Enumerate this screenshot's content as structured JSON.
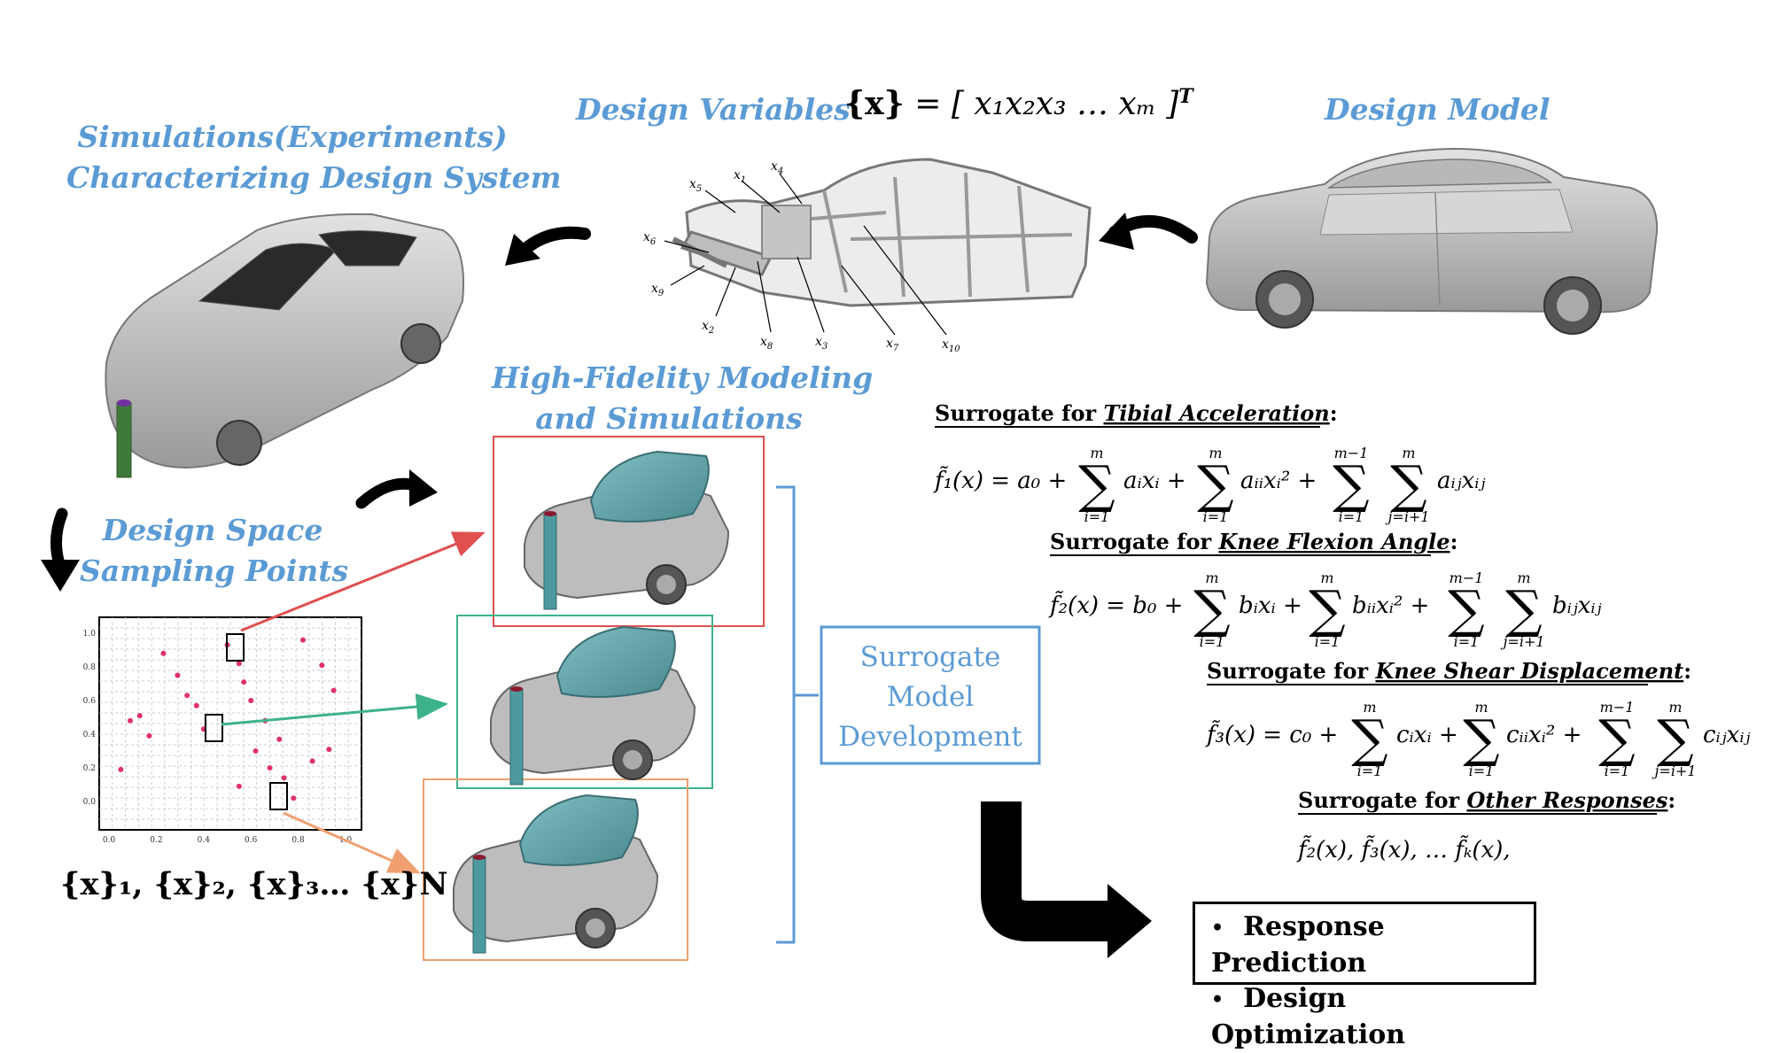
{
  "headings": {
    "simulations_line1": "Simulations(Experiments)",
    "simulations_line2": "Characterizing Design System",
    "design_variables": "Design Variables",
    "design_model": "Design Model",
    "hifi_line1": "High-Fidelity Modeling",
    "hifi_line2": "and Simulations",
    "sampling_line1": "Design Space",
    "sampling_line2": "Sampling Points"
  },
  "design_vector": {
    "lhs": "{x}",
    "eq": "=",
    "rhs": "[ x₁x₂x₃ … xₘ ]",
    "sup": "T"
  },
  "variable_labels": [
    "x5",
    "x1",
    "x4",
    "x6",
    "x9",
    "x2",
    "x8",
    "x3",
    "x7",
    "x10"
  ],
  "sampling": {
    "set_label": "{x}₁, {x}₂, {x}₃… {x}N",
    "y_ticks": [
      "1.0",
      "0.8",
      "0.6",
      "0.4",
      "0.2",
      "0.0"
    ],
    "x_ticks": [
      "0.0",
      "0.2",
      "0.4",
      "0.6",
      "0.8",
      "1.0"
    ],
    "points": [
      [
        0.05,
        0.19
      ],
      [
        0.09,
        0.48
      ],
      [
        0.13,
        0.51
      ],
      [
        0.17,
        0.39
      ],
      [
        0.23,
        0.88
      ],
      [
        0.29,
        0.75
      ],
      [
        0.33,
        0.63
      ],
      [
        0.37,
        0.57
      ],
      [
        0.4,
        0.43
      ],
      [
        0.5,
        0.93
      ],
      [
        0.55,
        0.82
      ],
      [
        0.57,
        0.71
      ],
      [
        0.6,
        0.6
      ],
      [
        0.62,
        0.3
      ],
      [
        0.66,
        0.48
      ],
      [
        0.68,
        0.2
      ],
      [
        0.72,
        0.37
      ],
      [
        0.74,
        0.14
      ],
      [
        0.78,
        0.02
      ],
      [
        0.82,
        0.96
      ],
      [
        0.86,
        0.24
      ],
      [
        0.9,
        0.81
      ],
      [
        0.93,
        0.31
      ],
      [
        0.95,
        0.66
      ],
      [
        0.55,
        0.09
      ]
    ],
    "point_color": "#e0306e"
  },
  "surrogate_box": {
    "line1": "Surrogate",
    "line2": "Model",
    "line3": "Development",
    "color": "#5b9bd5"
  },
  "surrogates": [
    {
      "prefix": "Surrogate for ",
      "name": "Tibial Acceleration",
      "suffix": ":",
      "lhs": "f̃₁(x) = a₀ +",
      "t1": "aᵢxᵢ +",
      "t2": "aᵢᵢxᵢ² +",
      "t3": "aᵢⱼxᵢⱼ"
    },
    {
      "prefix": "Surrogate for ",
      "name": "Knee Flexion Angle",
      "suffix": ":",
      "lhs": "f̃₂(x) = b₀ +",
      "t1": "bᵢxᵢ +",
      "t2": "bᵢᵢxᵢ² +",
      "t3": "bᵢⱼxᵢⱼ"
    },
    {
      "prefix": "Surrogate for ",
      "name": "Knee Shear Displacement",
      "suffix": ":",
      "lhs": "f̃₃(x) = c₀ +",
      "t1": "cᵢxᵢ +",
      "t2": "cᵢᵢxᵢ² +",
      "t3": "cᵢⱼxᵢⱼ"
    },
    {
      "prefix": "Surrogate for ",
      "name": "Other Responses",
      "suffix": ":",
      "lhs": "f̃₂(x), f̃₃(x), … f̃ₖ(x),",
      "t1": "",
      "t2": "",
      "t3": ""
    }
  ],
  "sum_limits": {
    "top_m": "m",
    "top_m1": "m−1",
    "bottom_i1": "i=1",
    "bottom_ji1": "j=i+1",
    "sigma": "∑"
  },
  "outcomes": [
    "Response Prediction",
    "Design Optimization"
  ],
  "bullet_char": "•",
  "colors": {
    "heading_blue": "#5b9bd5",
    "red_frame": "#e05050",
    "green_frame": "#3cb38a",
    "orange_frame": "#f0a070",
    "car_body": "#c8c8c8",
    "car_glass": "#2a2a2a",
    "hood_teal": "#5fa3a8",
    "pole_green": "#3f7a3a"
  }
}
